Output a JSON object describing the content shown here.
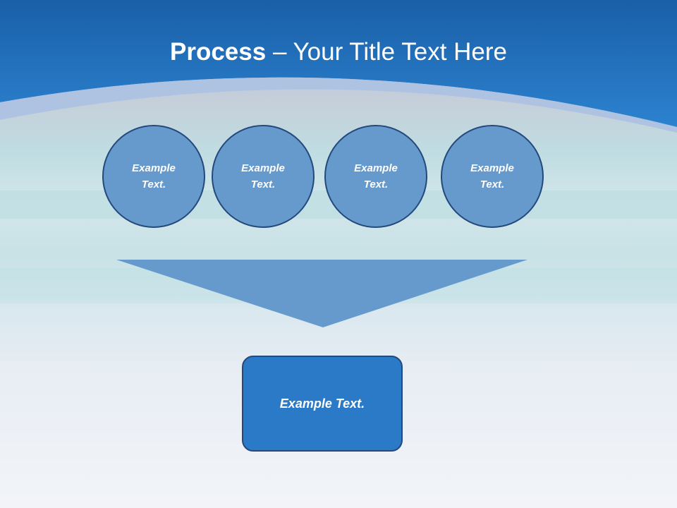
{
  "slide": {
    "title_bold": "Process",
    "title_rest": " – Your Title Text Here"
  },
  "steps": [
    {
      "label": "Example Text."
    },
    {
      "label": "Example Text."
    },
    {
      "label": "Example Text."
    },
    {
      "label": "Example Text."
    }
  ],
  "result": {
    "label": "Example Text."
  },
  "colors": {
    "header_blue": "#2a7ac7",
    "circle_fill": "#6699cc",
    "outline": "#24497a",
    "text": "#ffffff"
  }
}
